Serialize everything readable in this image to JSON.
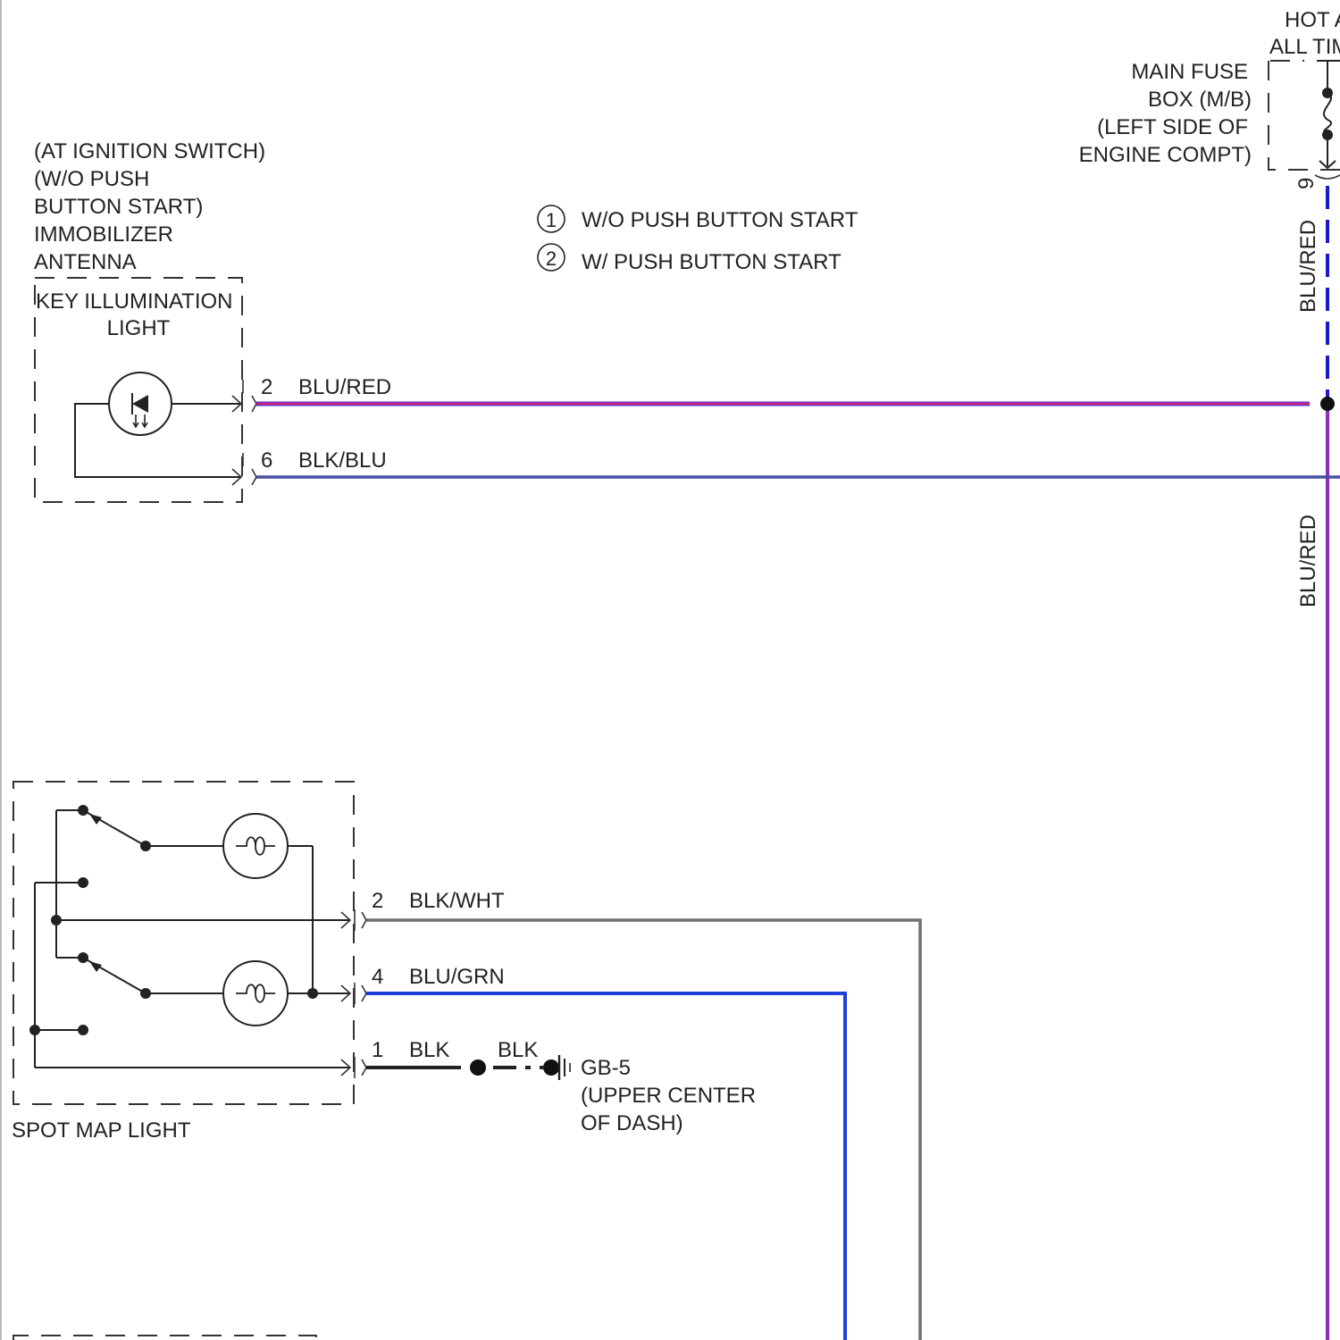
{
  "header": {
    "hot_line1": "HOT AT",
    "hot_line2": "ALL TIMES",
    "fuse_box": [
      "MAIN FUSE",
      "BOX (M/B)",
      "(LEFT SIDE OF",
      "ENGINE COMPT)"
    ],
    "fuse_pin": "9"
  },
  "legend": {
    "items": [
      {
        "num": "1",
        "text": "W/O PUSH BUTTON START"
      },
      {
        "num": "2",
        "text": "W/ PUSH BUTTON START"
      }
    ]
  },
  "key_light": {
    "location": [
      "(AT IGNITION SWITCH)",
      "(W/O PUSH",
      "BUTTON START)",
      "IMMOBILIZER",
      "ANTENNA"
    ],
    "title": [
      "KEY ILLUMINATION",
      "LIGHT"
    ],
    "pins": [
      {
        "pin": "2",
        "wire": "BLU/RED"
      },
      {
        "pin": "6",
        "wire": "BLK/BLU"
      }
    ]
  },
  "vertical_wires": [
    "BLU/RED",
    "BLU/RED"
  ],
  "spot_light": {
    "title": "SPOT MAP LIGHT",
    "pins": [
      {
        "pin": "2",
        "wire": "BLK/WHT"
      },
      {
        "pin": "4",
        "wire": "BLU/GRN"
      },
      {
        "pin": "1",
        "wire": "BLK"
      }
    ],
    "ground_wire": "BLK",
    "ground": [
      "GB-5",
      "(UPPER CENTER",
      "OF DASH)"
    ]
  },
  "colors": {
    "blu_red_outer": "#6a2fd8",
    "blu_red_core": "#ee2244",
    "blue": "#1a1acc",
    "blk_blu": "#4a4fa8",
    "blk_wht": "#6e6e6e",
    "blu_grn": "#1f3fd8",
    "black": "#222222"
  }
}
